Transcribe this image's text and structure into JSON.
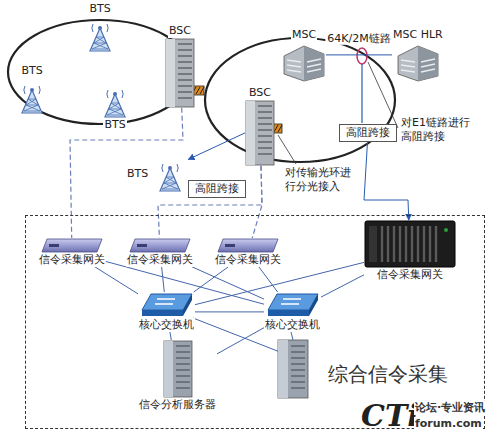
{
  "diagram": {
    "nodes": [
      {
        "text": [
          "BTS"
        ]
      },
      {
        "text": [
          "BTS"
        ]
      },
      {
        "text": [
          "BTS"
        ]
      },
      {
        "text": [
          "BSC"
        ]
      },
      {
        "text": [
          "MSC"
        ]
      },
      {
        "text": [
          "MSC HLR"
        ]
      },
      {
        "text": [
          "BSC"
        ]
      },
      {
        "text": [
          "BTS"
        ]
      },
      {
        "text": [
          "高阻跨接"
        ]
      },
      {
        "text": [
          "高阻跨接"
        ]
      },
      {
        "text": [
          "综合信令采集"
        ]
      },
      {
        "text": [
          "信令采集网关"
        ],
        "in": 10
      },
      {
        "text": [
          "信令采集网关"
        ],
        "in": 10
      },
      {
        "text": [
          "信令采集网关"
        ],
        "in": 10
      },
      {
        "text": [
          "信令采集网关"
        ],
        "in": 10
      },
      {
        "text": [
          "核心交换机"
        ],
        "in": 10
      },
      {
        "text": [
          "核心交换机"
        ],
        "in": 10
      },
      {
        "text": [
          "信令分析服务器"
        ],
        "in": 10
      }
    ],
    "edges": [
      {
        "from": 4,
        "to": 5,
        "label": "64K/2M链路",
        "arrow": "none"
      },
      {
        "from": 8,
        "to": 14,
        "arrow": "to"
      },
      {
        "from": 3,
        "to": 11,
        "arrow": "none"
      },
      {
        "from": 6,
        "to": 12,
        "arrow": "none"
      },
      {
        "from": 6,
        "to": 13,
        "arrow": "none"
      },
      {
        "from": 6,
        "to": 7,
        "arrow": "to"
      },
      {
        "from": 7,
        "to": 9,
        "arrow": "none"
      },
      {
        "from": 11,
        "to": 15,
        "arrow": "none"
      },
      {
        "from": 11,
        "to": 16,
        "arrow": "none"
      },
      {
        "from": 12,
        "to": 15,
        "arrow": "none"
      },
      {
        "from": 12,
        "to": 16,
        "arrow": "none"
      },
      {
        "from": 13,
        "to": 15,
        "arrow": "none"
      },
      {
        "from": 13,
        "to": 16,
        "arrow": "none"
      },
      {
        "from": 14,
        "to": 15,
        "arrow": "none"
      },
      {
        "from": 14,
        "to": 16,
        "arrow": "none"
      },
      {
        "from": 15,
        "to": 16,
        "arrow": "none"
      },
      {
        "from": 15,
        "to": 17,
        "arrow": "none"
      },
      {
        "from": 16,
        "to": 17,
        "arrow": "none"
      }
    ],
    "labels": [
      "对E1链路进行高阻跨接",
      "对传输光环进行分光接入",
      "CTi",
      "论坛·专业资讯",
      "forum.com"
    ]
  }
}
